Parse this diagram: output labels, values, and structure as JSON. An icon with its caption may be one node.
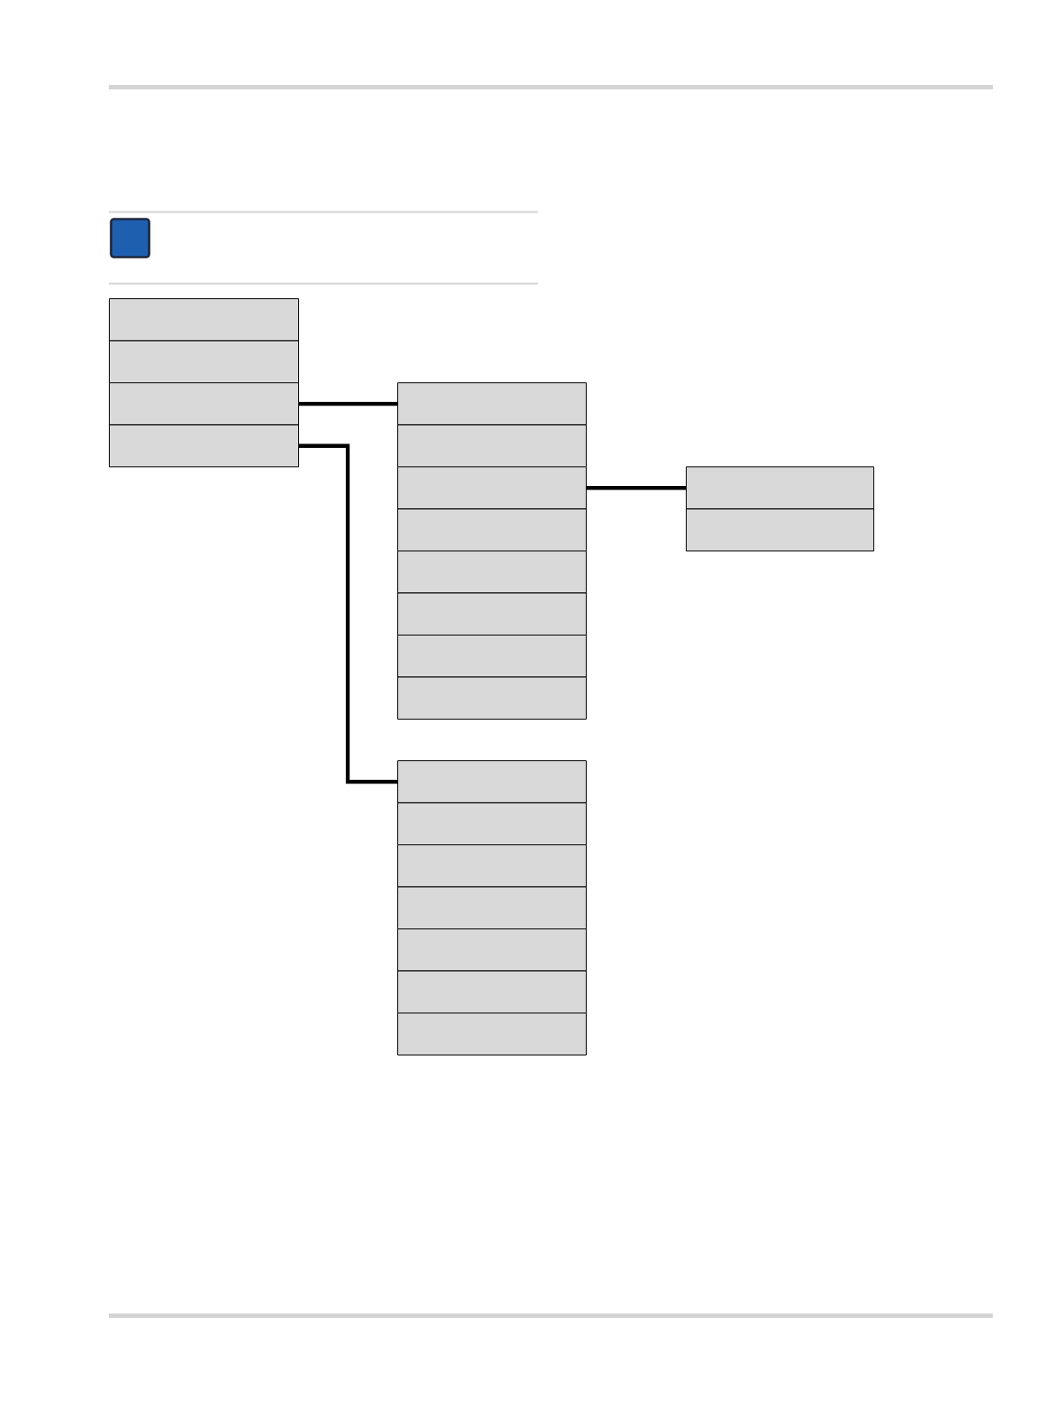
{
  "diagram": {
    "nodes": [
      {
        "text": [],
        "shape": "box"
      },
      {
        "text": [],
        "shape": "box"
      },
      {
        "text": [],
        "shape": "box"
      },
      {
        "text": [],
        "shape": "box"
      },
      {
        "text": [],
        "shape": "box"
      },
      {
        "text": [],
        "shape": "box"
      },
      {
        "text": [],
        "shape": "box"
      },
      {
        "text": [],
        "shape": "box"
      },
      {
        "text": [],
        "shape": "box"
      },
      {
        "text": [],
        "shape": "box"
      },
      {
        "text": [],
        "shape": "box"
      },
      {
        "text": [],
        "shape": "box"
      },
      {
        "text": [],
        "shape": "box"
      },
      {
        "text": [],
        "shape": "box"
      },
      {
        "text": [],
        "shape": "box"
      },
      {
        "text": [],
        "shape": "box"
      },
      {
        "text": [],
        "shape": "box"
      },
      {
        "text": [],
        "shape": "box"
      },
      {
        "text": [],
        "shape": "box"
      },
      {
        "text": [],
        "shape": "box"
      },
      {
        "text": [],
        "shape": "box"
      }
    ],
    "edges": [
      {
        "from": 2,
        "to": 4,
        "arrow": "none"
      },
      {
        "from": 3,
        "to": 14,
        "arrow": "none"
      },
      {
        "from": 6,
        "to": 12,
        "arrow": "none"
      }
    ]
  }
}
